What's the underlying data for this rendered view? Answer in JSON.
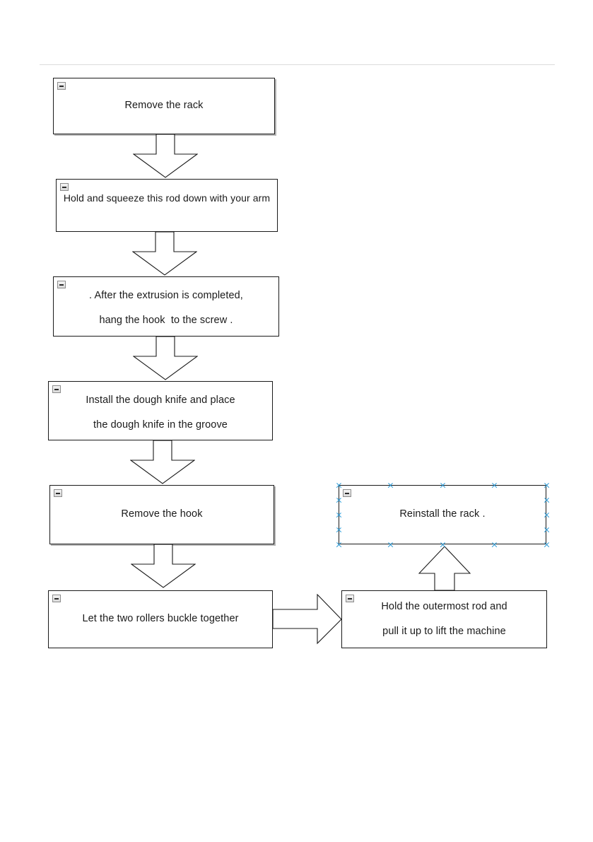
{
  "document": {
    "background_color": "#ffffff",
    "rule_color": "#dcdcdc",
    "box_border_color": "#1a1a1a",
    "text_color": "#1a1a1a",
    "selection_color": "#2e9bd6"
  },
  "diagram": {
    "type": "flowchart",
    "orientation": "top-to-bottom then right column bottom-to-top",
    "nodes": [
      {
        "id": "n1",
        "lines": [
          "Remove the rack"
        ],
        "collapse_icon": "collapse-minus-icon",
        "selected": false
      },
      {
        "id": "n2",
        "lines": [
          "Hold and squeeze this rod down with your arm"
        ],
        "collapse_icon": "collapse-minus-icon",
        "selected": false
      },
      {
        "id": "n3",
        "lines": [
          ". After the extrusion is completed,",
          "hang the hook  to the screw ."
        ],
        "collapse_icon": "collapse-minus-icon",
        "selected": false
      },
      {
        "id": "n4",
        "lines": [
          "Install the dough knife and place",
          "the dough knife in the groove"
        ],
        "collapse_icon": "collapse-minus-icon",
        "selected": false
      },
      {
        "id": "n5",
        "lines": [
          "Remove the hook"
        ],
        "collapse_icon": "collapse-minus-icon",
        "selected": false
      },
      {
        "id": "n6",
        "lines": [
          "Let the two rollers buckle together"
        ],
        "collapse_icon": "collapse-minus-icon",
        "selected": false
      },
      {
        "id": "n7",
        "lines": [
          "Hold the outermost rod and",
          "pull it up to lift the machine"
        ],
        "collapse_icon": "collapse-minus-icon",
        "selected": false
      },
      {
        "id": "n8",
        "lines": [
          "Reinstall the rack ."
        ],
        "collapse_icon": "collapse-minus-icon",
        "selected": true
      }
    ],
    "connectors": [
      {
        "id": "a1",
        "from": "n1",
        "to": "n2",
        "direction": "down"
      },
      {
        "id": "a2",
        "from": "n2",
        "to": "n3",
        "direction": "down"
      },
      {
        "id": "a3",
        "from": "n3",
        "to": "n4",
        "direction": "down"
      },
      {
        "id": "a4",
        "from": "n4",
        "to": "n5",
        "direction": "down"
      },
      {
        "id": "a5",
        "from": "n5",
        "to": "n6",
        "direction": "down"
      },
      {
        "id": "a6",
        "from": "n6",
        "to": "n7",
        "direction": "right"
      },
      {
        "id": "a7",
        "from": "n7",
        "to": "n8",
        "direction": "up"
      }
    ]
  }
}
